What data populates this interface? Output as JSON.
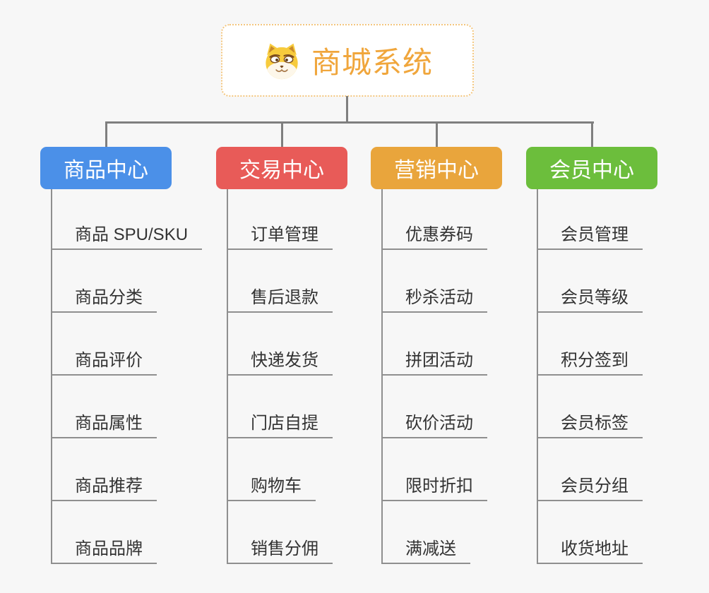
{
  "root": {
    "title": "商城系统",
    "icon": "shiba-dog-icon",
    "text_color": "#F0A63C",
    "border_color": "#F3C67E"
  },
  "branches": [
    {
      "label": "商品中心",
      "color": "#4B90E8",
      "children": [
        "商品 SPU/SKU",
        "商品分类",
        "商品评价",
        "商品属性",
        "商品推荐",
        "商品品牌"
      ]
    },
    {
      "label": "交易中心",
      "color": "#E85B58",
      "children": [
        "订单管理",
        "售后退款",
        "快递发货",
        "门店自提",
        "购物车",
        "销售分佣"
      ]
    },
    {
      "label": "营销中心",
      "color": "#E9A53C",
      "children": [
        "优惠券码",
        "秒杀活动",
        "拼团活动",
        "砍价活动",
        "限时折扣",
        "满减送"
      ]
    },
    {
      "label": "会员中心",
      "color": "#6CBE3C",
      "children": [
        "会员管理",
        "会员等级",
        "积分签到",
        "会员标签",
        "会员分组",
        "收货地址"
      ]
    }
  ],
  "palette": {
    "background": "#F7F7F7",
    "connector": "#7F7F7F",
    "branch_line": "#8F8F8F",
    "leaf_text": "#333333"
  }
}
